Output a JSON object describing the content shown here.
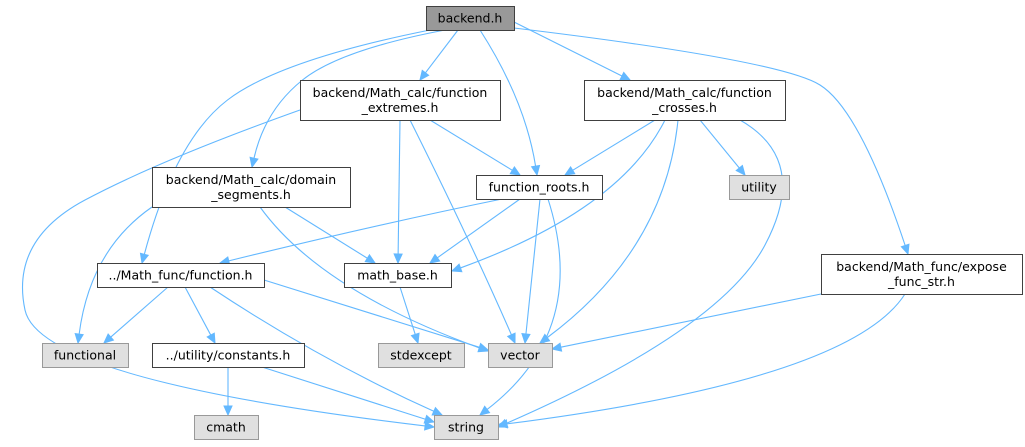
{
  "colors": {
    "edge": "#63b8ff",
    "root_fill": "#999999",
    "file_fill": "#ffffff",
    "system_fill": "#e0e0e0",
    "border": "#404040",
    "system_border": "#999999"
  },
  "nodes": [
    {
      "id": "backend_h",
      "kind": "root",
      "lines": [
        "backend.h"
      ]
    },
    {
      "id": "function_extremes",
      "kind": "file",
      "lines": [
        "backend/Math_calc/function",
        "_extremes.h"
      ]
    },
    {
      "id": "function_crosses",
      "kind": "file",
      "lines": [
        "backend/Math_calc/function",
        "_crosses.h"
      ]
    },
    {
      "id": "domain_segments",
      "kind": "file",
      "lines": [
        "backend/Math_calc/domain",
        "_segments.h"
      ]
    },
    {
      "id": "function_roots",
      "kind": "file",
      "lines": [
        "function_roots.h"
      ]
    },
    {
      "id": "utility",
      "kind": "system",
      "lines": [
        "utility"
      ]
    },
    {
      "id": "math_func_function",
      "kind": "file",
      "lines": [
        "../Math_func/function.h"
      ]
    },
    {
      "id": "math_base",
      "kind": "file",
      "lines": [
        "math_base.h"
      ]
    },
    {
      "id": "expose_func_str",
      "kind": "file",
      "lines": [
        "backend/Math_func/expose",
        "_func_str.h"
      ]
    },
    {
      "id": "functional",
      "kind": "system",
      "lines": [
        "functional"
      ]
    },
    {
      "id": "constants",
      "kind": "file",
      "lines": [
        "../utility/constants.h"
      ]
    },
    {
      "id": "stdexcept",
      "kind": "system",
      "lines": [
        "stdexcept"
      ]
    },
    {
      "id": "vector",
      "kind": "system",
      "lines": [
        "vector"
      ]
    },
    {
      "id": "cmath",
      "kind": "system",
      "lines": [
        "cmath"
      ]
    },
    {
      "id": "string",
      "kind": "system",
      "lines": [
        "string"
      ]
    }
  ],
  "edges": [
    [
      "backend_h",
      "function_extremes"
    ],
    [
      "backend_h",
      "function_crosses"
    ],
    [
      "backend_h",
      "domain_segments"
    ],
    [
      "backend_h",
      "function_roots"
    ],
    [
      "backend_h",
      "math_func_function"
    ],
    [
      "backend_h",
      "expose_func_str"
    ],
    [
      "function_extremes",
      "function_roots"
    ],
    [
      "function_extremes",
      "math_base"
    ],
    [
      "function_extremes",
      "vector"
    ],
    [
      "function_extremes",
      "string"
    ],
    [
      "function_crosses",
      "function_roots"
    ],
    [
      "function_crosses",
      "math_base"
    ],
    [
      "function_crosses",
      "utility"
    ],
    [
      "function_crosses",
      "vector"
    ],
    [
      "function_crosses",
      "string"
    ],
    [
      "domain_segments",
      "math_base"
    ],
    [
      "domain_segments",
      "vector"
    ],
    [
      "domain_segments",
      "functional"
    ],
    [
      "function_roots",
      "math_func_function"
    ],
    [
      "function_roots",
      "math_base"
    ],
    [
      "function_roots",
      "vector"
    ],
    [
      "function_roots",
      "string"
    ],
    [
      "math_func_function",
      "functional"
    ],
    [
      "math_func_function",
      "constants"
    ],
    [
      "math_func_function",
      "vector"
    ],
    [
      "math_func_function",
      "string"
    ],
    [
      "math_base",
      "stdexcept"
    ],
    [
      "expose_func_str",
      "vector"
    ],
    [
      "expose_func_str",
      "string"
    ],
    [
      "constants",
      "cmath"
    ],
    [
      "constants",
      "string"
    ]
  ]
}
